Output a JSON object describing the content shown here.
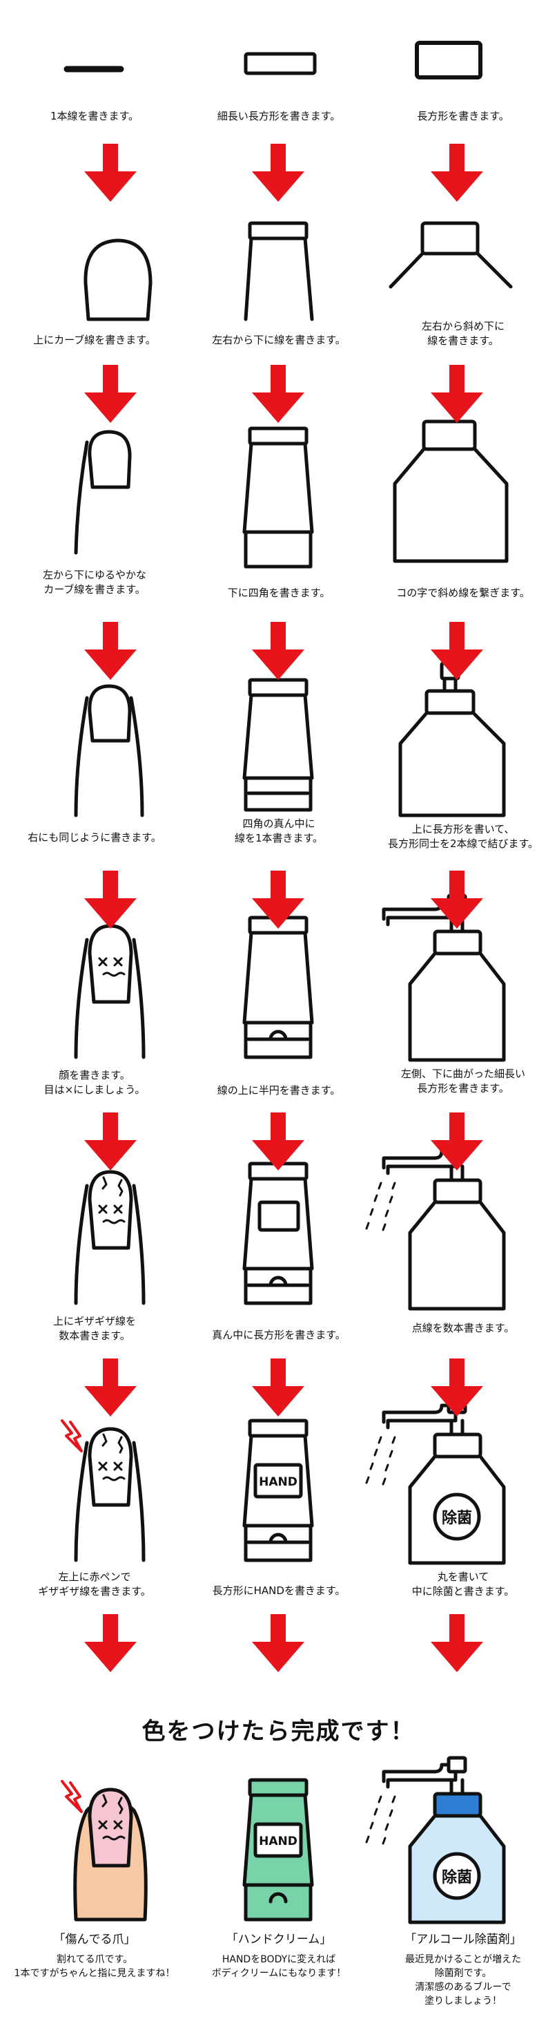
{
  "colors": {
    "arrow": "#e8141b",
    "line": "#111111",
    "accent_red": "#e8141b",
    "skin": "#f6c9a4",
    "nail": "#f5c6d2",
    "tube": "#79d3a9",
    "bottle": "#cfe9fb",
    "cap_blue": "#2d7fd3"
  },
  "rows": [
    {
      "captions": [
        "1本線を書きます。",
        "細長い長方形を書きます。",
        "長方形を書きます。"
      ]
    },
    {
      "captions": [
        "上にカーブ線を書きます。",
        "左右から下に線を書きます。",
        "左右から斜め下に\n線を書きます。"
      ]
    },
    {
      "captions": [
        "左から下にゆるやかな\nカーブ線を書きます。",
        "下に四角を書きます。",
        "コの字で斜め線を繋ぎます。"
      ]
    },
    {
      "captions": [
        "右にも同じように書きます。",
        "四角の真ん中に\n線を1本書きます。",
        "上に長方形を書いて、\n長方形同士を2本線で結びます。"
      ]
    },
    {
      "captions": [
        "顔を書きます。\n目は×にしましょう。",
        "線の上に半円を書きます。",
        "左側、下に曲がった細長い\n長方形を書きます。"
      ]
    },
    {
      "captions": [
        "上にギザギザ線を\n数本書きます。",
        "真ん中に長方形を書きます。",
        "点線を数本書きます。"
      ]
    },
    {
      "captions": [
        "左上に赤ペンで\nギザギザ線を書きます。",
        "長方形にHANDを書きます。",
        "丸を書いて\n中に除菌と書きます。"
      ]
    }
  ],
  "drawing_text": {
    "hand": "HAND",
    "jokin": "除菌"
  },
  "final_title": "色をつけたら完成です！",
  "finals": [
    {
      "name": "「傷んでる爪」",
      "desc": "割れてる爪です。\n1本ですがちゃんと指に見えますね！"
    },
    {
      "name": "「ハンドクリーム」",
      "desc": "HANDをBODYに変えれば\nボディクリームにもなります！"
    },
    {
      "name": "「アルコール除菌剤」",
      "desc": "最近見かけることが増えた\n除菌剤です。\n清潔感のあるブルーで\n塗りしましょう！"
    }
  ]
}
